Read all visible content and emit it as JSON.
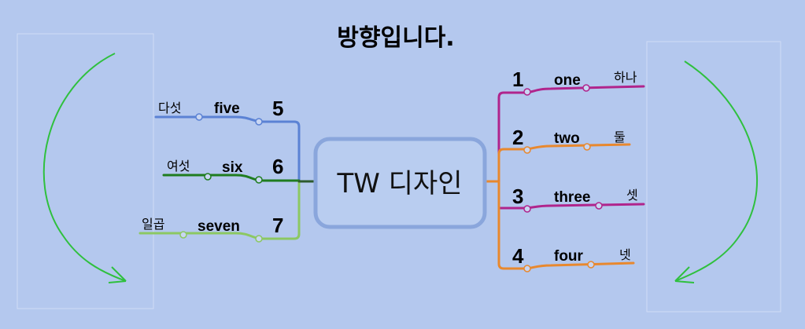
{
  "title": "방향입니다.",
  "center": "TW 디자인",
  "colors": {
    "background": "#b4c8ee",
    "blue": "#5b82d4",
    "dark_green": "#1f7d1f",
    "light_green": "#8cc862",
    "magenta": "#b0248c",
    "orange": "#e8882e",
    "arrow": "#2fc03e"
  },
  "right_branches": [
    {
      "number": "1",
      "english": "one",
      "korean": "하나"
    },
    {
      "number": "2",
      "english": "two",
      "korean": "둘"
    },
    {
      "number": "3",
      "english": "three",
      "korean": "셋"
    },
    {
      "number": "4",
      "english": "four",
      "korean": "넷"
    }
  ],
  "left_branches": [
    {
      "number": "5",
      "english": "five",
      "korean": "다섯"
    },
    {
      "number": "6",
      "english": "six",
      "korean": "여섯"
    },
    {
      "number": "7",
      "english": "seven",
      "korean": "일곱"
    }
  ]
}
